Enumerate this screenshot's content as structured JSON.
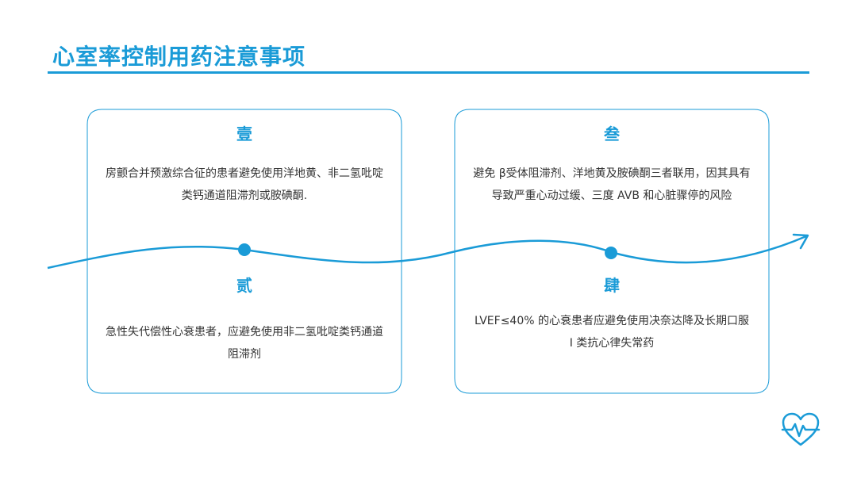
{
  "page": {
    "title": "心室率控制用药注意事项"
  },
  "items": [
    {
      "heading": "壹",
      "text": "房颤合并预激综合征的患者避免使用洋地黄、非二氢吡啶类钙通道阻滞剂或胺碘酮."
    },
    {
      "heading": "贰",
      "text": "急性失代偿性心衰患者，应避免使用非二氢吡啶类钙通道阻滞剂"
    },
    {
      "heading": "叁",
      "text": "避免 β受体阻滞剂、洋地黄及胺碘酮三者联用，因其具有导致严重心动过缓、三度 AVB 和心脏骤停的风险"
    },
    {
      "heading": "肆",
      "text": "LVEF≤40% 的心衰患者应避免使用决奈达降及长期口服 I 类抗心律失常药"
    }
  ],
  "colors": {
    "accent": "#1a9bd7",
    "text": "#333333"
  },
  "icons": {
    "corner": "heart-pulse-icon"
  }
}
